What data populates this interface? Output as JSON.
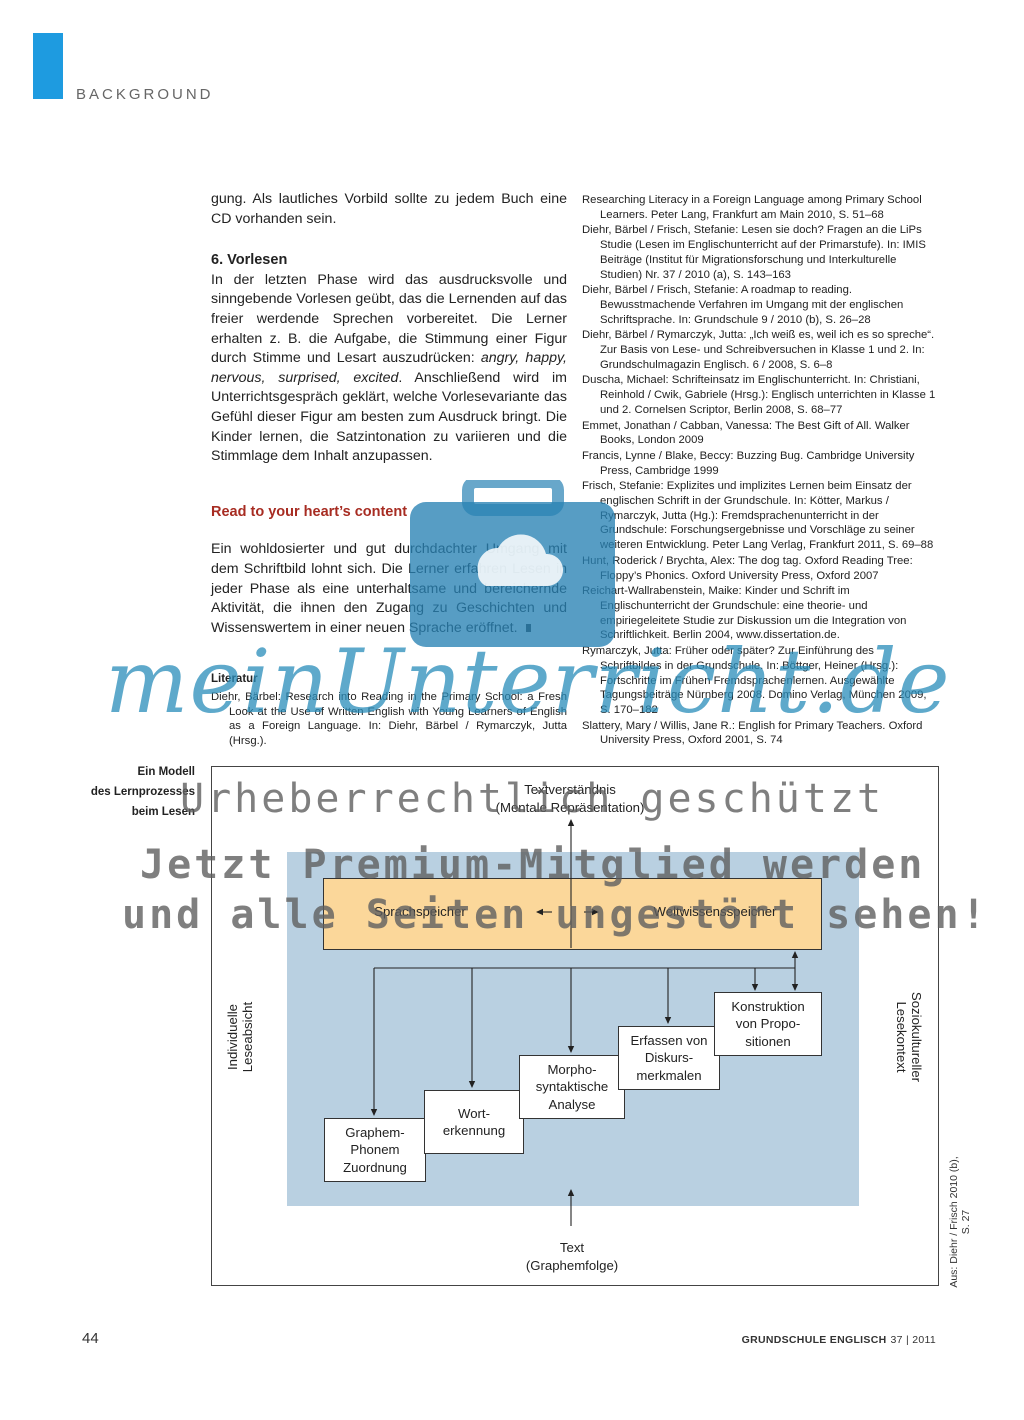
{
  "header": {
    "section_label": "BACKGROUND"
  },
  "left_column": {
    "intro": "gung. Als lautliches Vorbild sollte zu jedem Buch eine CD vorhanden sein.",
    "section_heading": "6. Vorlesen",
    "section_text_1": "In der letzten Phase wird das ausdrucksvolle und sinngebende Vorlesen geübt, das die Lernenden auf das freier werdende Sprechen vorbereitet. Die Lerner erhalten z. B. die Aufgabe, die Stimmung einer Figur durch Stimme und Lesart auszudrücken: ",
    "section_emotions": "angry, happy, nervous, surprised, excited",
    "section_text_2": ". Anschließend wird im Unterrichtsgespräch geklärt, welche Vorlesevariante das Gefühl dieser Figur am besten zum Ausdruck bringt. Die Kinder lernen, die Satzintonation zu variieren und die Stimmlage dem Inhalt anzupassen.",
    "highlight_heading": "Read to your heart’s content",
    "highlight_text": "Ein wohldosierter und gut durchdachter Umgang mit dem Schriftbild lohnt sich. Die Lerner erfahren Lesen in jeder Phase als eine unterhaltsame und bereichernde Aktivität, die ihnen den Zugang zu Geschichten und Wissenswertem in einer neuen Sprache eröffnet.",
    "literature_heading": "Literatur",
    "literature_first": "Diehr, Bärbel: Research into Reading in the Primary School: a Fresh Look at the Use of Written English with Young Learners of English as a Foreign Language. In: Diehr, Bärbel / Rymarczyk, Jutta (Hrsg.)."
  },
  "right_column": {
    "references": [
      "Researching Literacy in a Foreign Language among Primary School Learners. Peter Lang, Frankfurt am Main 2010, S. 51–68",
      "Diehr, Bärbel / Frisch, Stefanie: Lesen sie doch? Fragen an die LiPs Studie (Lesen im Englischunterricht auf der Primarstufe). In: IMIS Beiträge (Institut für Migrationsforschung und Interkulturelle Studien) Nr. 37 / 2010 (a), S. 143–163",
      "Diehr, Bärbel / Frisch, Stefanie: A roadmap to reading. Bewusstmachende Verfahren im Umgang mit der englischen Schriftsprache. In: Grundschule 9 / 2010 (b), S. 26–28",
      "Diehr, Bärbel / Rymarczyk, Jutta: „Ich weiß es, weil ich es so spreche“. Zur Basis von Lese- und Schreibversuchen in Klasse 1 und 2. In: Grundschulmagazin Englisch. 6 / 2008, S. 6–8",
      "Duscha, Michael: Schrifteinsatz im Englischunterricht. In: Christiani, Reinhold / Cwik, Gabriele (Hrsg.): Englisch unterrichten in Klasse 1 und 2. Cornelsen Scriptor, Berlin 2008, S. 68–77",
      "Emmet, Jonathan / Cabban, Vanessa: The Best Gift of All. Walker Books, London 2009",
      "Francis, Lynne / Blake, Beccy: Buzzing Bug. Cambridge University Press, Cambridge 1999",
      "Frisch, Stefanie: Explizites und implizites Lernen beim Einsatz der englischen Schrift in der Grundschule. In: Kötter, Markus / Rymarczyk, Jutta (Hg.): Fremdsprachenunterricht in der Grundschule: Forschungsergebnisse und Vorschläge zu seiner weiteren Entwicklung. Peter Lang Verlag, Frankfurt 2011, S. 69–88",
      "Hunt, Roderick / Brychta, Alex: The dog tag. Oxford Reading Tree: Floppy’s Phonics. Oxford University Press, Oxford 2007",
      "Reichart-Wallrabenstein, Maike: Kinder und Schrift im Englischunterricht der Grundschule: eine theorie- und empiriegeleitete Studie zur Diskussion um die Integration von Schriftlichkeit. Berlin 2004, www.dissertation.de.",
      "Rymarczyk, Jutta: Früher oder später? Zur Einführung des Schriftbildes in der Grundschule. In: Böttger, Heiner (Hrsg.): Fortschritte im Frühen Fremdsprachenlernen. Ausgewählte Tagungsbeiträge Nürnberg 2008. Domino Verlag, München 2009, S. 170–182",
      "Slattery, Mary / Willis, Jane R.: English for Primary Teachers. Oxford University Press, Oxford 2001, S. 74"
    ]
  },
  "watermark": {
    "logo": "meinUnterricht.de",
    "line1": "Urheberrechtlich geschützt",
    "line2": "Jetzt Premium-Mitglied werden",
    "line3": "und alle Seiten ungestört sehen!"
  },
  "figure": {
    "caption_lines": [
      "Ein Modell",
      "des Lernprozesses",
      "beim Lesen"
    ],
    "top_label_1": "Textverständnis",
    "top_label_2": "(Mentale Repräsentation)",
    "memory_left": "Sprachspeicher",
    "memory_right": "Weltwissensspeicher",
    "left_vertical": "Individuelle Leseabsicht",
    "right_vertical": "Soziokultureller Lesekontext",
    "steps": [
      [
        "Graphem-",
        "Phonem",
        "Zuordnung"
      ],
      [
        "Wort-",
        "erkennung"
      ],
      [
        "Morpho-",
        "syntaktische",
        "Analyse"
      ],
      [
        "Erfassen von",
        "Diskurs-",
        "merkmalen"
      ],
      [
        "Konstruktion",
        "von Propo-",
        "sitionen"
      ]
    ],
    "bottom_label_1": "Text",
    "bottom_label_2": "(Graphemfolge)",
    "credit": "Aus: Diehr / Frisch 2010 (b), S. 27"
  },
  "footer": {
    "page_number": "44",
    "magazine": "GRUNDSCHULE ENGLISCH",
    "issue": "37 | 2011"
  }
}
